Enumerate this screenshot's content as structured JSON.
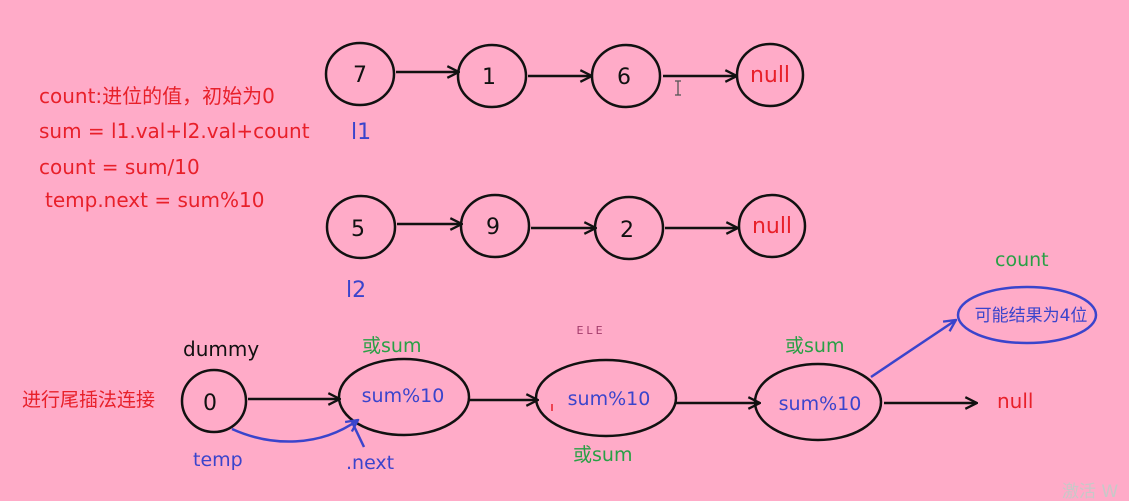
{
  "colors": {
    "background": "#ffabc8",
    "red": "#e8202a",
    "blue": "#3a44cc",
    "green": "#28a045",
    "black": "#111111",
    "watermark": "#c8c8c8"
  },
  "notes": {
    "line1": "count:进位的值，初始为0",
    "line2": "sum = l1.val+l2.val+count",
    "line3": "count = sum/10",
    "line4": "temp.next = sum%10"
  },
  "list1": {
    "label": "l1",
    "nodes": [
      "7",
      "1",
      "6"
    ],
    "tail": "null"
  },
  "list2": {
    "label": "l2",
    "nodes": [
      "5",
      "9",
      "2"
    ],
    "tail": "null"
  },
  "result": {
    "dummy_label": "dummy",
    "dummy_value": "0",
    "tail_insert_label": "进行尾插法连接",
    "temp_label": "temp",
    "next_label": ".next",
    "nodes": [
      "sum%10",
      "sum%10",
      "sum%10"
    ],
    "alt_labels": [
      "或sum",
      "或sum",
      "或sum"
    ],
    "tail": "null",
    "count_label": "count",
    "count_note": "可能结果为4位",
    "faint_label": "ELE"
  },
  "watermark": "激活 W"
}
